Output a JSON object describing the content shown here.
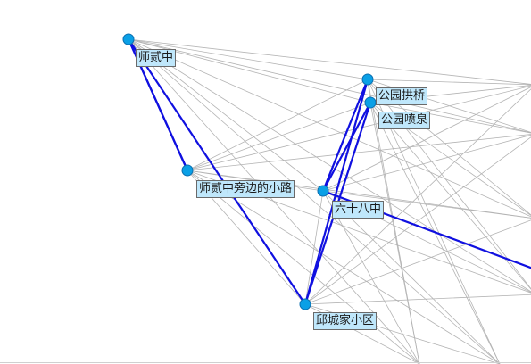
{
  "colors": {
    "node_fill": "#0aa0e6",
    "node_stroke": "#0a6fb0",
    "background_edge": "#b4b4b4",
    "route": "#1010e0",
    "label_bg": "#bfe7fb",
    "label_border": "#6a6a6a"
  },
  "nodes": [
    {
      "id": "n1",
      "label": "师贰中"
    },
    {
      "id": "n2",
      "label": "公园拱桥"
    },
    {
      "id": "n3",
      "label": "公园喷泉"
    },
    {
      "id": "n4",
      "label": "师贰中旁边的小路"
    },
    {
      "id": "n5",
      "label": "六十八中"
    },
    {
      "id": "n6",
      "label": "邱城家小区"
    }
  ],
  "route": [
    "n1",
    "n4",
    "n1",
    "n6",
    "n2",
    "n5",
    "n3",
    "n6"
  ],
  "route_exit_from": "n5"
}
